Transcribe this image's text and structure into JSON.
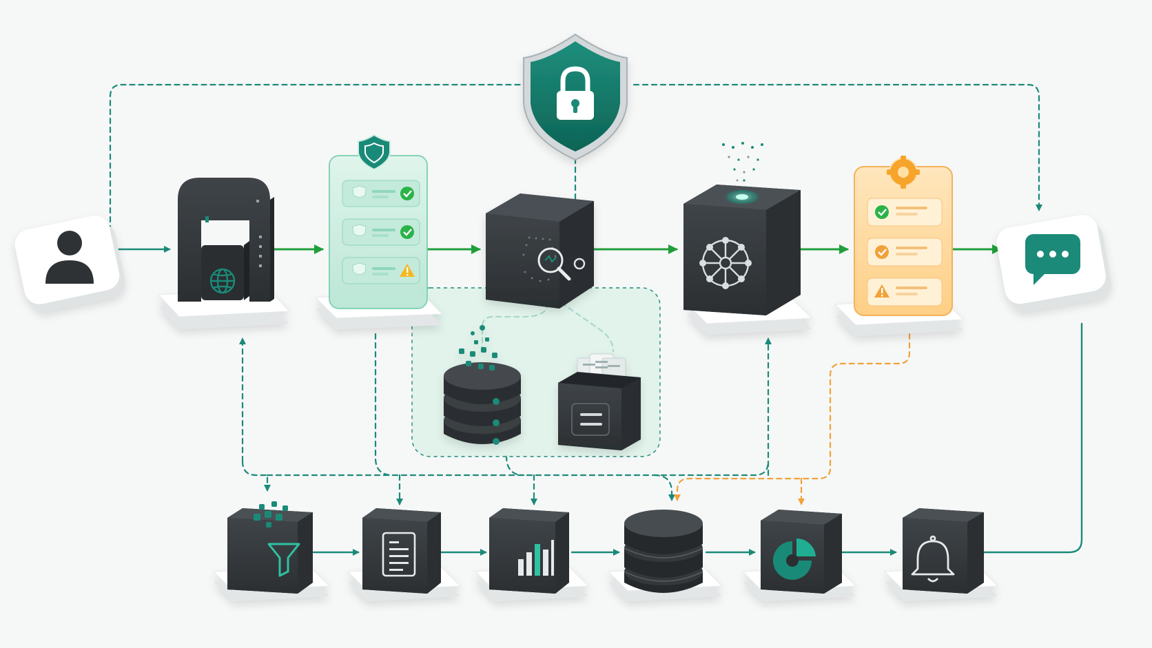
{
  "colors": {
    "background": "#f6f7f7",
    "teal": "#1a8a78",
    "teal_dark": "#0f6e5f",
    "green_arrow": "#1f9e3a",
    "amber": "#f0a23a",
    "block": "#34383b",
    "block_top": "#474c50",
    "tile": "#ffffff",
    "panel_green": "#cfeee2",
    "panel_amber": "#ffd9a0"
  },
  "nodes": [
    {
      "id": "user",
      "icon": "user-icon"
    },
    {
      "id": "gateway",
      "icon": "globe-icon"
    },
    {
      "id": "policy-checklist",
      "icon": "shield-checklist-icon"
    },
    {
      "id": "inspection",
      "icon": "magnifier-icon"
    },
    {
      "id": "processing",
      "icon": "network-wheel-icon"
    },
    {
      "id": "review-checklist",
      "icon": "gear-checklist-icon"
    },
    {
      "id": "response",
      "icon": "chat-bubble-icon"
    },
    {
      "id": "security-shield",
      "icon": "lock-icon"
    },
    {
      "id": "vector-database",
      "icon": "database-icon"
    },
    {
      "id": "document-archive",
      "icon": "file-cabinet-icon"
    },
    {
      "id": "filter",
      "icon": "funnel-icon"
    },
    {
      "id": "document",
      "icon": "document-icon"
    },
    {
      "id": "analytics",
      "icon": "bar-chart-icon"
    },
    {
      "id": "storage",
      "icon": "database-icon"
    },
    {
      "id": "report",
      "icon": "pie-chart-icon"
    },
    {
      "id": "alert",
      "icon": "bell-icon"
    }
  ]
}
